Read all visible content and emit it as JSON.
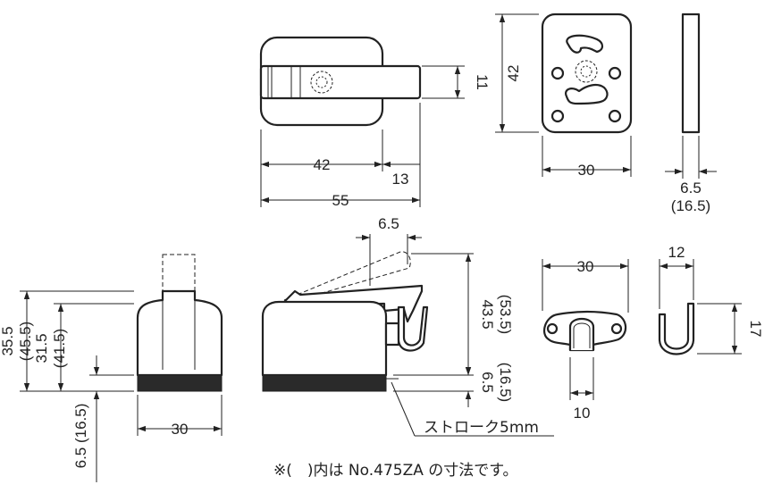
{
  "dimensions": {
    "top_width_42": "42",
    "top_extension_13": "13",
    "top_overall_55": "55",
    "top_height_11": "11",
    "plate_height_42": "42",
    "plate_width_30": "30",
    "plate_thickness_6_5": "6.5",
    "plate_thickness_16_5": "(16.5)",
    "front_height_35_5": "35.5",
    "front_height_45_5": "(45.5)",
    "front_height_31_5": "31.5",
    "front_height_41_5": "(41.5)",
    "front_base_6_5_16_5": "6.5 (16.5)",
    "front_width_30": "30",
    "side_6_5": "6.5",
    "side_height_43_5": "43.5",
    "side_height_53_5": "(53.5)",
    "side_base_6_5": "6.5",
    "side_base_16_5": "(16.5)",
    "stroke_label": "ストローク5mm",
    "hook_width_30": "30",
    "hook_width_10": "10",
    "hook_side_12": "12",
    "hook_side_17": "17"
  },
  "footnote": "※(　)内は No.475ZA の寸法です。"
}
